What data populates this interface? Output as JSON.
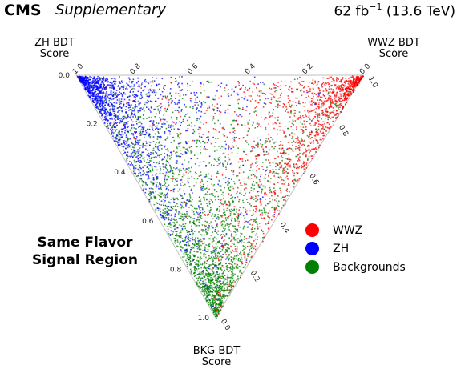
{
  "header": {
    "experiment": "CMS",
    "label": "Supplementary",
    "lumi_value": "62 fb",
    "lumi_exp": "−1",
    "lumi_energy": " (13.6 TeV)"
  },
  "region_label": [
    "Same Flavor",
    "Signal Region"
  ],
  "colors": {
    "WWZ": "#ff0000",
    "ZH": "#0000ff",
    "Backgrounds": "#008000"
  },
  "chart_data": {
    "type": "scatter",
    "subtype": "ternary",
    "title": "",
    "axes": [
      {
        "name": "ZH BDT Score",
        "lines": [
          "ZH BDT",
          "Score"
        ],
        "vertex": "top-left",
        "ticks": [
          "0.0",
          "0.2",
          "0.4",
          "0.6",
          "0.8",
          "1.0"
        ]
      },
      {
        "name": "WWZ BDT Score",
        "lines": [
          "WWZ BDT",
          "Score"
        ],
        "vertex": "top-right",
        "ticks": [
          "0.0",
          "0.2",
          "0.4",
          "0.6",
          "0.8",
          "1.0"
        ]
      },
      {
        "name": "BKG BDT Score",
        "lines": [
          "BKG BDT",
          "Score"
        ],
        "vertex": "bottom",
        "ticks": [
          "0.0",
          "0.2",
          "0.4",
          "0.6",
          "0.8",
          "1.0"
        ]
      }
    ],
    "tick_values": [
      0.0,
      0.2,
      0.4,
      0.6,
      0.8,
      1.0
    ],
    "range": [
      0,
      1
    ],
    "grid": false,
    "legend_position": "right",
    "series": [
      {
        "name": "WWZ",
        "color": "#ff0000",
        "concentration": {
          "wwz": 0.75,
          "zh": 0.08,
          "bkg": 0.17
        }
      },
      {
        "name": "ZH",
        "color": "#0000ff",
        "concentration": {
          "wwz": 0.08,
          "zh": 0.78,
          "bkg": 0.14
        }
      },
      {
        "name": "Backgrounds",
        "color": "#008000",
        "concentration": {
          "wwz": 0.14,
          "zh": 0.22,
          "bkg": 0.64
        }
      }
    ]
  }
}
